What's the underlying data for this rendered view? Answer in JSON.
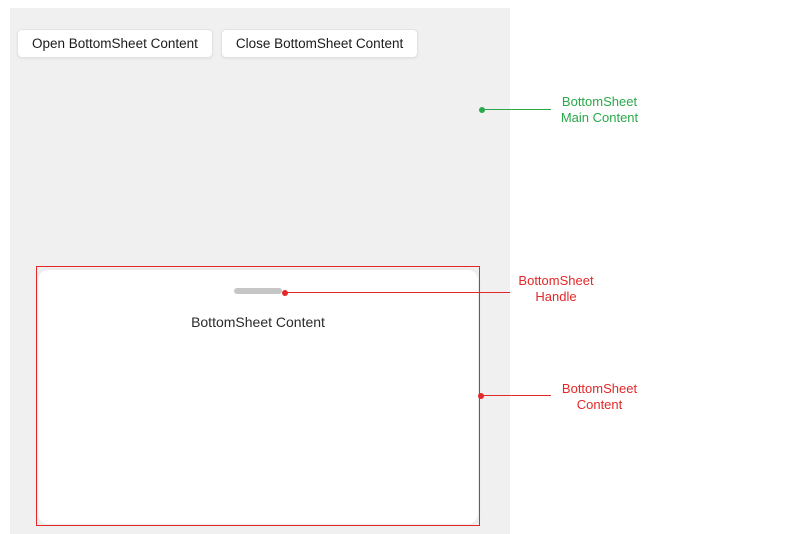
{
  "toolbar": {
    "open_button_label": "Open BottomSheet Content",
    "close_button_label": "Close BottomSheet Content"
  },
  "bottom_sheet": {
    "content_label": "BottomSheet Content"
  },
  "annotations": {
    "main_content": {
      "label": "BottomSheet\nMain Content",
      "color": "#2aa84a"
    },
    "handle": {
      "label": "BottomSheet\nHandle",
      "color": "#e22828"
    },
    "content": {
      "label": "BottomSheet\nContent",
      "color": "#e22828"
    }
  },
  "colors": {
    "panel_background": "#f0f0f0",
    "sheet_background": "#ffffff",
    "handle_gray": "#c6c6c6",
    "annotation_green": "#2aa84a",
    "annotation_red": "#e22828"
  }
}
